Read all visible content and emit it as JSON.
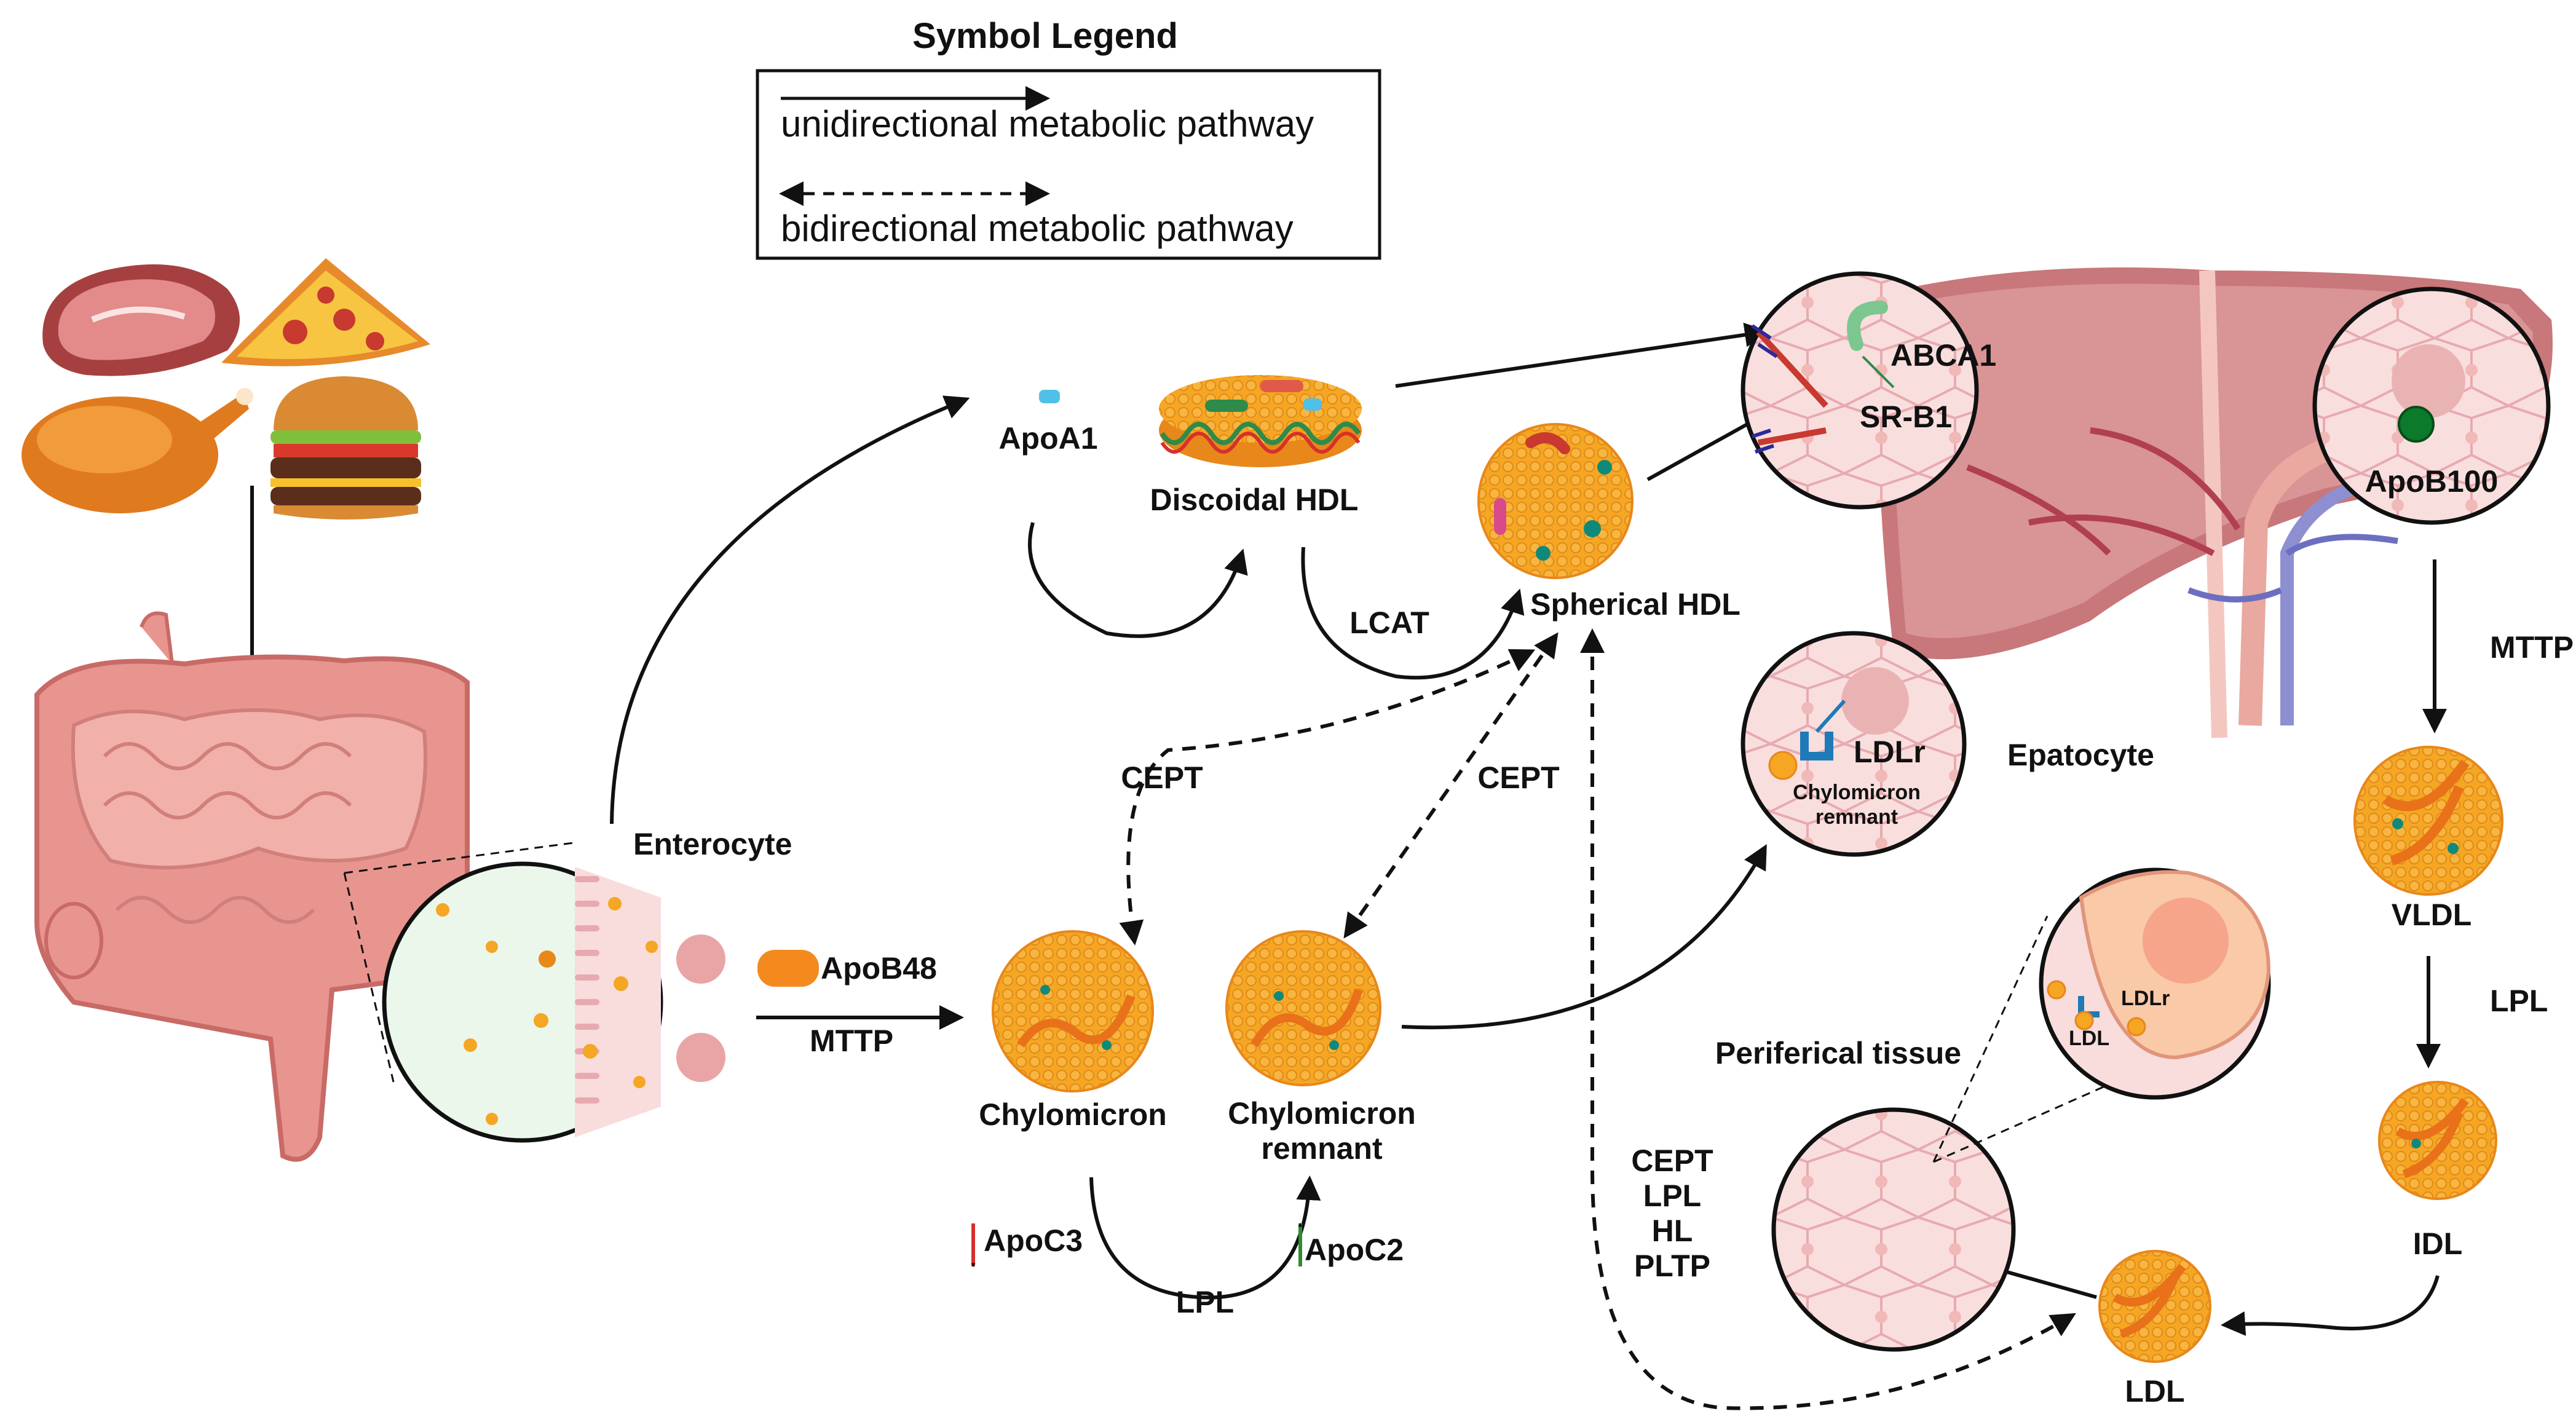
{
  "legend": {
    "title": "Symbol Legend",
    "unidirectional": "unidirectional metabolic pathway",
    "bidirectional": "bidirectional metabolic pathway"
  },
  "labels": {
    "enterocyte": "Enterocyte",
    "apob48": "ApoB48",
    "mttp_intestine": "MTTP",
    "apoa1": "ApoA1",
    "discoidal_hdl": "Discoidal HDL",
    "lcat": "LCAT",
    "spherical_hdl": "Spherical HDL",
    "abca1": "ABCA1",
    "srb1": "SR-B1",
    "cept_left": "CEPT",
    "cept_right": "CEPT",
    "chylomicron": "Chylomicron",
    "chylo_remnant_line1": "Chylomicron",
    "chylo_remnant_line2": "remnant",
    "apoc3": "ApoC3",
    "apoc2": "ApoC2",
    "lpl_chylo": "LPL",
    "ldlr_liver": "LDLr",
    "chylo_remnant_small_line1": "Chylomicron",
    "chylo_remnant_small_line2": "remnant",
    "epatocyte": "Epatocyte",
    "apob100": "ApoB100",
    "mttp_liver": "MTTP",
    "vldl": "VLDL",
    "lpl_vldl": "LPL",
    "idl": "IDL",
    "ldl": "LDL",
    "ldlr_tissue": "LDLr",
    "ldl_small": "LDL",
    "periferical_tissue": "Periferical tissue",
    "enzymes": [
      "CEPT",
      "LPL",
      "HL",
      "PLTP"
    ]
  },
  "colors": {
    "lipoprotein": "#f5a623",
    "lipoprotein_dark": "#e8871a",
    "intestine": "#e9958f",
    "liver": "#c8777a",
    "cell_pink": "#f7d7d7",
    "arrow_down_red": "#d7312a",
    "arrow_up_green": "#2e8b2e"
  }
}
